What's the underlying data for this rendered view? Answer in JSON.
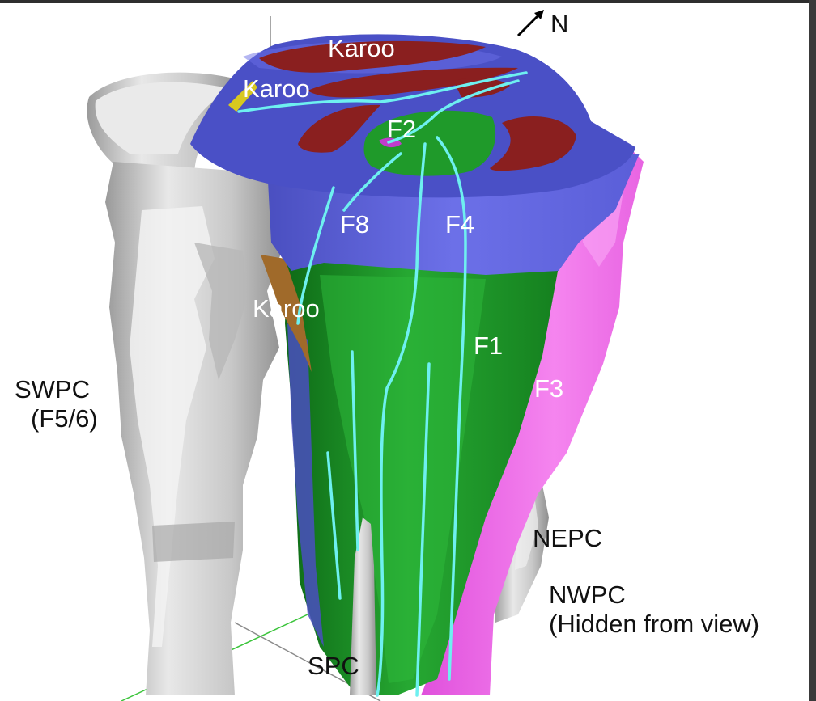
{
  "labels": {
    "north": "N",
    "karoo_top": "Karoo",
    "karoo_left": "Karoo",
    "karoo_side": "Karoo",
    "f2": "F2",
    "f8": "F8",
    "f4": "F4",
    "f1": "F1",
    "f3": "F3",
    "swpc_line1": "SWPC",
    "swpc_line2": "(F5/6)",
    "nepc": "NEPC",
    "nwpc_line1": "NWPC",
    "nwpc_line2": "(Hidden from view)",
    "spc": "SPC"
  },
  "colors": {
    "blue_layer": "#5058c8",
    "blue_upper": "#6a6ee6",
    "green_body": "#1f9a2a",
    "green_dark": "#137a1d",
    "red_karoo": "#8a1f1f",
    "magenta_f3": "#f070ea",
    "grey_pipe": "#d4d4d4",
    "cyan_fault": "#6ef0f0",
    "brown_karoo": "#a06a2a"
  }
}
